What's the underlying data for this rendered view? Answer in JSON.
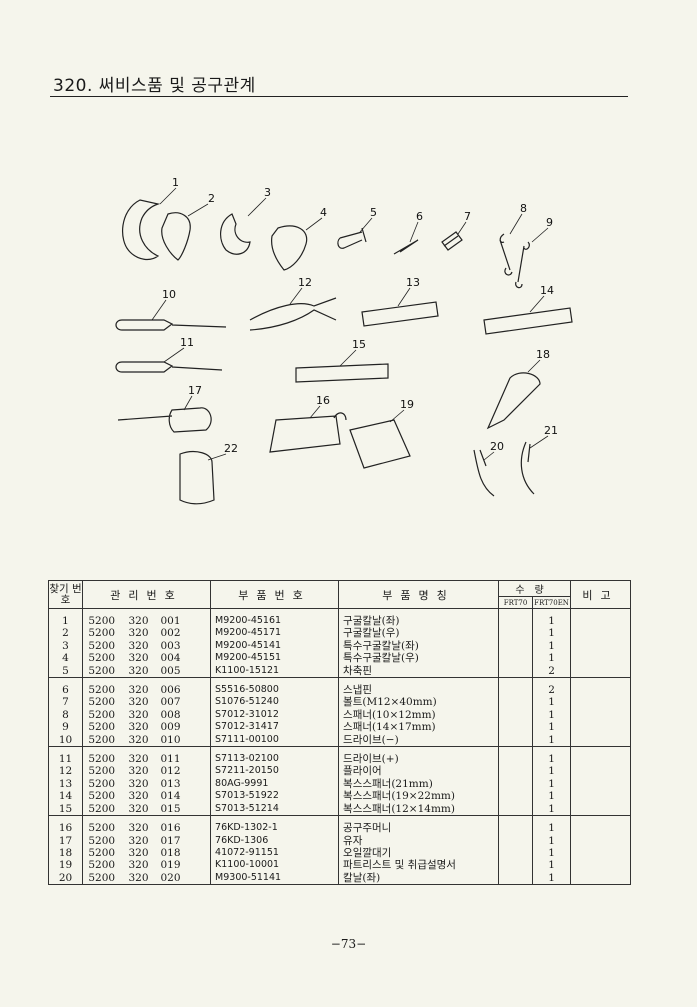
{
  "header": {
    "title": "320. 써비스품 및 공구관계"
  },
  "callouts": [
    "1",
    "2",
    "3",
    "4",
    "5",
    "6",
    "7",
    "8",
    "9",
    "10",
    "11",
    "12",
    "13",
    "14",
    "15",
    "16",
    "17",
    "18",
    "19",
    "20",
    "21",
    "22"
  ],
  "table": {
    "headers": {
      "find_no": "찾기 번호",
      "mgmt_no": "관리번호",
      "part_no": "부품번호",
      "part_name": "부품명칭",
      "qty": "수량",
      "qty_a": "FRT70",
      "qty_b": "FRT70EN",
      "remark": "비고"
    },
    "groups": [
      [
        {
          "n": "1",
          "a": "5200",
          "b": "320",
          "c": "001",
          "part": "M9200-45161",
          "name": "구굴칼날(좌)",
          "qa": "",
          "qb": "1",
          "rem": ""
        },
        {
          "n": "2",
          "a": "5200",
          "b": "320",
          "c": "002",
          "part": "M9200-45171",
          "name": "구굴칼날(우)",
          "qa": "",
          "qb": "1",
          "rem": ""
        },
        {
          "n": "3",
          "a": "5200",
          "b": "320",
          "c": "003",
          "part": "M9200-45141",
          "name": "특수구굴칼날(좌)",
          "qa": "",
          "qb": "1",
          "rem": ""
        },
        {
          "n": "4",
          "a": "5200",
          "b": "320",
          "c": "004",
          "part": "M9200-45151",
          "name": "특수구굴칼날(우)",
          "qa": "",
          "qb": "1",
          "rem": ""
        },
        {
          "n": "5",
          "a": "5200",
          "b": "320",
          "c": "005",
          "part": "K1100-15121",
          "name": "차축핀",
          "qa": "",
          "qb": "2",
          "rem": ""
        }
      ],
      [
        {
          "n": "6",
          "a": "5200",
          "b": "320",
          "c": "006",
          "part": "S5516-50800",
          "name": "스냅핀",
          "qa": "",
          "qb": "2",
          "rem": ""
        },
        {
          "n": "7",
          "a": "5200",
          "b": "320",
          "c": "007",
          "part": "S1076-51240",
          "name": "볼트(M12×40mm)",
          "qa": "",
          "qb": "1",
          "rem": ""
        },
        {
          "n": "8",
          "a": "5200",
          "b": "320",
          "c": "008",
          "part": "S7012-31012",
          "name": "스패너(10×12mm)",
          "qa": "",
          "qb": "1",
          "rem": ""
        },
        {
          "n": "9",
          "a": "5200",
          "b": "320",
          "c": "009",
          "part": "S7012-31417",
          "name": "스패너(14×17mm)",
          "qa": "",
          "qb": "1",
          "rem": ""
        },
        {
          "n": "10",
          "a": "5200",
          "b": "320",
          "c": "010",
          "part": "S7111-00100",
          "name": "드라이브(−)",
          "qa": "",
          "qb": "1",
          "rem": ""
        }
      ],
      [
        {
          "n": "11",
          "a": "5200",
          "b": "320",
          "c": "011",
          "part": "S7113-02100",
          "name": "드라이브(+)",
          "qa": "",
          "qb": "1",
          "rem": ""
        },
        {
          "n": "12",
          "a": "5200",
          "b": "320",
          "c": "012",
          "part": "S7211-20150",
          "name": "플라이어",
          "qa": "",
          "qb": "1",
          "rem": ""
        },
        {
          "n": "13",
          "a": "5200",
          "b": "320",
          "c": "013",
          "part": "80AG-9991",
          "name": "복스스패너(21mm)",
          "qa": "",
          "qb": "1",
          "rem": ""
        },
        {
          "n": "14",
          "a": "5200",
          "b": "320",
          "c": "014",
          "part": "S7013-51922",
          "name": "복스스패너(19×22mm)",
          "qa": "",
          "qb": "1",
          "rem": ""
        },
        {
          "n": "15",
          "a": "5200",
          "b": "320",
          "c": "015",
          "part": "S7013-51214",
          "name": "복스스패너(12×14mm)",
          "qa": "",
          "qb": "1",
          "rem": ""
        }
      ],
      [
        {
          "n": "16",
          "a": "5200",
          "b": "320",
          "c": "016",
          "part": "76KD-1302-1",
          "name": "공구주머니",
          "qa": "",
          "qb": "1",
          "rem": ""
        },
        {
          "n": "17",
          "a": "5200",
          "b": "320",
          "c": "017",
          "part": "76KD-1306",
          "name": "유자",
          "qa": "",
          "qb": "1",
          "rem": ""
        },
        {
          "n": "18",
          "a": "5200",
          "b": "320",
          "c": "018",
          "part": "41072-91151",
          "name": "오일깔대기",
          "qa": "",
          "qb": "1",
          "rem": ""
        },
        {
          "n": "19",
          "a": "5200",
          "b": "320",
          "c": "019",
          "part": "K1100-10001",
          "name": "파트리스트 및 취급설명서",
          "qa": "",
          "qb": "1",
          "rem": ""
        },
        {
          "n": "20",
          "a": "5200",
          "b": "320",
          "c": "020",
          "part": "M9300-51141",
          "name": "칼날(좌)",
          "qa": "",
          "qb": "1",
          "rem": ""
        }
      ]
    ]
  },
  "footer": {
    "page": "−73−"
  }
}
